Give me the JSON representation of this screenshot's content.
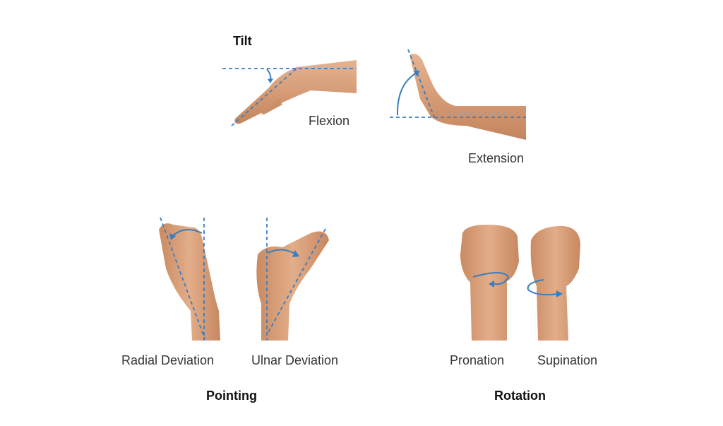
{
  "sections": {
    "tilt": {
      "title": "Tilt",
      "labels": [
        "Flexion",
        "Extension"
      ]
    },
    "pointing": {
      "title": "Pointing",
      "labels": [
        "Radial Deviation",
        "Ulnar Deviation"
      ]
    },
    "rotation": {
      "title": "Rotation",
      "labels": [
        "Pronation",
        "Supination"
      ]
    }
  },
  "colors": {
    "skin": "#d9a07c",
    "skin_dark": "#b97a55",
    "guide": "#3a7dc0"
  }
}
